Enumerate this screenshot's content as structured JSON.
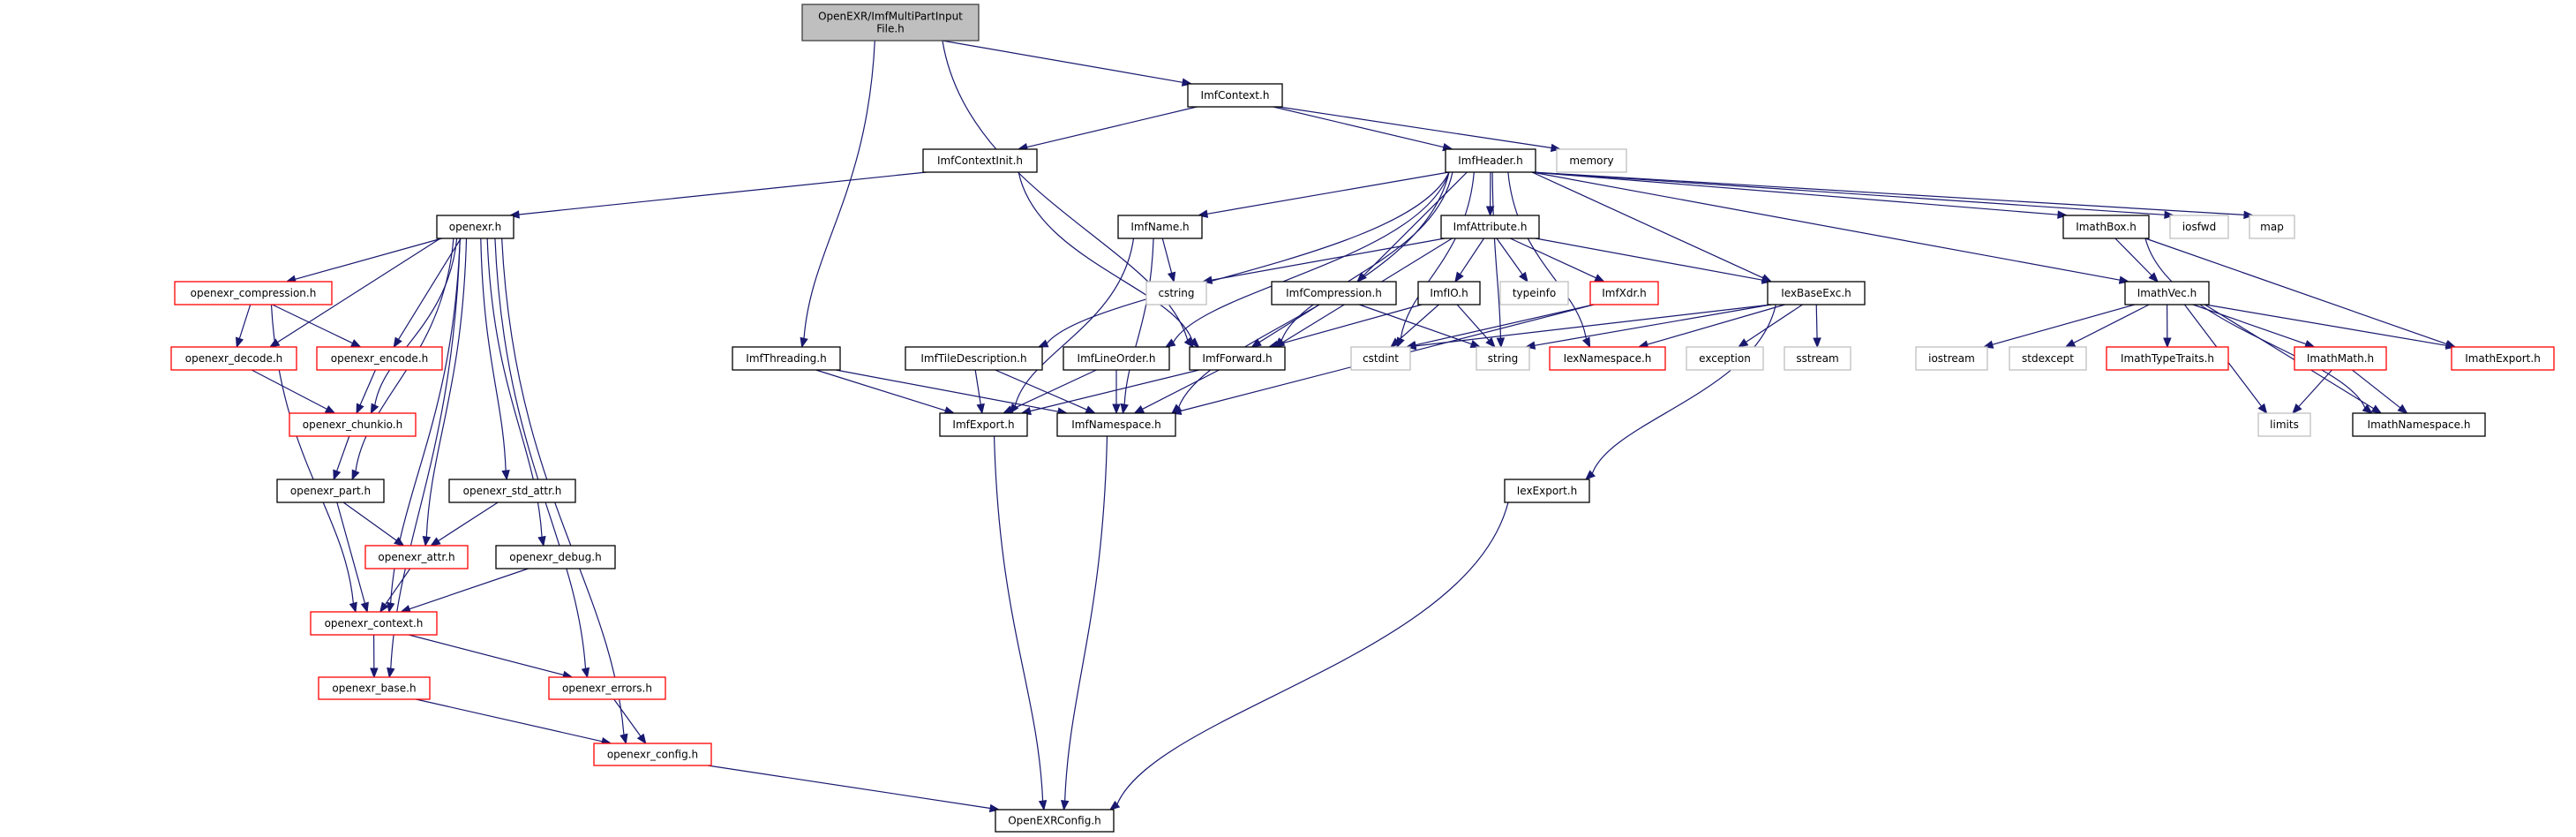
{
  "title": "OpenEXR/ImfMultiPartInputFile.h include dependency graph",
  "legend_colors": {
    "root_fill": "#bfbfbf",
    "root_border": "#404040",
    "documented_border": "#000000",
    "truncated_border": "#ff0000",
    "system_header_border": "#bfbfbf",
    "edge": "#191970"
  },
  "nodes": [
    {
      "id": "root",
      "label": [
        "OpenEXR/ImfMultiPartInput",
        "File.h"
      ],
      "kind": "root"
    },
    {
      "id": "ImfContext",
      "label": [
        "ImfContext.h"
      ],
      "kind": "doc"
    },
    {
      "id": "ImfContextInit",
      "label": [
        "ImfContextInit.h"
      ],
      "kind": "doc"
    },
    {
      "id": "ImfHeader",
      "label": [
        "ImfHeader.h"
      ],
      "kind": "doc"
    },
    {
      "id": "memory",
      "label": [
        "memory"
      ],
      "kind": "sys"
    },
    {
      "id": "openexr",
      "label": [
        "openexr.h"
      ],
      "kind": "doc"
    },
    {
      "id": "ImfName",
      "label": [
        "ImfName.h"
      ],
      "kind": "doc"
    },
    {
      "id": "ImfAttribute",
      "label": [
        "ImfAttribute.h"
      ],
      "kind": "doc"
    },
    {
      "id": "ImathBox",
      "label": [
        "ImathBox.h"
      ],
      "kind": "doc"
    },
    {
      "id": "iosfwd",
      "label": [
        "iosfwd"
      ],
      "kind": "sys"
    },
    {
      "id": "map",
      "label": [
        "map"
      ],
      "kind": "sys"
    },
    {
      "id": "openexr_compression",
      "label": [
        "openexr_compression.h"
      ],
      "kind": "trunc"
    },
    {
      "id": "cstring",
      "label": [
        "cstring"
      ],
      "kind": "sys"
    },
    {
      "id": "ImfCompression",
      "label": [
        "ImfCompression.h"
      ],
      "kind": "doc"
    },
    {
      "id": "ImfIO",
      "label": [
        "ImfIO.h"
      ],
      "kind": "doc"
    },
    {
      "id": "typeinfo",
      "label": [
        "typeinfo"
      ],
      "kind": "sys"
    },
    {
      "id": "ImfXdr",
      "label": [
        "ImfXdr.h"
      ],
      "kind": "trunc"
    },
    {
      "id": "IexBaseExc",
      "label": [
        "IexBaseExc.h"
      ],
      "kind": "doc"
    },
    {
      "id": "ImathVec",
      "label": [
        "ImathVec.h"
      ],
      "kind": "doc"
    },
    {
      "id": "openexr_decode",
      "label": [
        "openexr_decode.h"
      ],
      "kind": "trunc"
    },
    {
      "id": "openexr_encode",
      "label": [
        "openexr_encode.h"
      ],
      "kind": "trunc"
    },
    {
      "id": "ImfThreading",
      "label": [
        "ImfThreading.h"
      ],
      "kind": "doc"
    },
    {
      "id": "ImfTileDescription",
      "label": [
        "ImfTileDescription.h"
      ],
      "kind": "doc"
    },
    {
      "id": "ImfLineOrder",
      "label": [
        "ImfLineOrder.h"
      ],
      "kind": "doc"
    },
    {
      "id": "ImfForward",
      "label": [
        "ImfForward.h"
      ],
      "kind": "doc"
    },
    {
      "id": "cstdint",
      "label": [
        "cstdint"
      ],
      "kind": "sys"
    },
    {
      "id": "string",
      "label": [
        "string"
      ],
      "kind": "sys"
    },
    {
      "id": "IexNamespace",
      "label": [
        "IexNamespace.h"
      ],
      "kind": "trunc"
    },
    {
      "id": "exception",
      "label": [
        "exception"
      ],
      "kind": "sys"
    },
    {
      "id": "sstream",
      "label": [
        "sstream"
      ],
      "kind": "sys"
    },
    {
      "id": "iostream",
      "label": [
        "iostream"
      ],
      "kind": "sys"
    },
    {
      "id": "stdexcept",
      "label": [
        "stdexcept"
      ],
      "kind": "sys"
    },
    {
      "id": "ImathTypeTraits",
      "label": [
        "ImathTypeTraits.h"
      ],
      "kind": "trunc"
    },
    {
      "id": "ImathMath",
      "label": [
        "ImathMath.h"
      ],
      "kind": "trunc"
    },
    {
      "id": "ImathExport",
      "label": [
        "ImathExport.h"
      ],
      "kind": "trunc"
    },
    {
      "id": "openexr_chunkio",
      "label": [
        "openexr_chunkio.h"
      ],
      "kind": "trunc"
    },
    {
      "id": "ImfExport",
      "label": [
        "ImfExport.h"
      ],
      "kind": "doc"
    },
    {
      "id": "ImfNamespace",
      "label": [
        "ImfNamespace.h"
      ],
      "kind": "doc"
    },
    {
      "id": "limits",
      "label": [
        "limits"
      ],
      "kind": "sys"
    },
    {
      "id": "ImathNamespace",
      "label": [
        "ImathNamespace.h"
      ],
      "kind": "doc"
    },
    {
      "id": "openexr_part",
      "label": [
        "openexr_part.h"
      ],
      "kind": "doc"
    },
    {
      "id": "openexr_std_attr",
      "label": [
        "openexr_std_attr.h"
      ],
      "kind": "doc"
    },
    {
      "id": "IexExport",
      "label": [
        "IexExport.h"
      ],
      "kind": "doc"
    },
    {
      "id": "openexr_attr",
      "label": [
        "openexr_attr.h"
      ],
      "kind": "trunc"
    },
    {
      "id": "openexr_debug",
      "label": [
        "openexr_debug.h"
      ],
      "kind": "doc"
    },
    {
      "id": "openexr_context",
      "label": [
        "openexr_context.h"
      ],
      "kind": "trunc"
    },
    {
      "id": "openexr_base",
      "label": [
        "openexr_base.h"
      ],
      "kind": "trunc"
    },
    {
      "id": "openexr_errors",
      "label": [
        "openexr_errors.h"
      ],
      "kind": "trunc"
    },
    {
      "id": "openexr_config",
      "label": [
        "openexr_config.h"
      ],
      "kind": "trunc"
    },
    {
      "id": "OpenEXRConfig",
      "label": [
        "OpenEXRConfig.h"
      ],
      "kind": "doc"
    }
  ],
  "edges": [
    [
      "root",
      "ImfContext"
    ],
    [
      "root",
      "ImfForward"
    ],
    [
      "root",
      "ImfThreading"
    ],
    [
      "ImfContext",
      "ImfContextInit"
    ],
    [
      "ImfContext",
      "ImfHeader"
    ],
    [
      "ImfContext",
      "memory"
    ],
    [
      "ImfContextInit",
      "openexr"
    ],
    [
      "ImfContextInit",
      "ImfForward"
    ],
    [
      "ImfHeader",
      "ImfName"
    ],
    [
      "ImfHeader",
      "ImfAttribute"
    ],
    [
      "ImfHeader",
      "ImfCompression"
    ],
    [
      "ImfHeader",
      "ImfTileDescription"
    ],
    [
      "ImfHeader",
      "ImfLineOrder"
    ],
    [
      "ImfHeader",
      "ImfForward"
    ],
    [
      "ImfHeader",
      "IexBaseExc"
    ],
    [
      "ImfHeader",
      "IexNamespace"
    ],
    [
      "ImfHeader",
      "cstdint"
    ],
    [
      "ImfHeader",
      "ImathBox"
    ],
    [
      "ImfHeader",
      "ImathVec"
    ],
    [
      "ImfHeader",
      "iosfwd"
    ],
    [
      "ImfHeader",
      "map"
    ],
    [
      "ImfHeader",
      "string"
    ],
    [
      "ImfHeader",
      "ImfNamespace"
    ],
    [
      "ImfName",
      "cstring"
    ],
    [
      "ImfName",
      "ImfExport"
    ],
    [
      "ImfName",
      "ImfNamespace"
    ],
    [
      "ImfAttribute",
      "cstring"
    ],
    [
      "ImfAttribute",
      "ImfIO"
    ],
    [
      "ImfAttribute",
      "typeinfo"
    ],
    [
      "ImfAttribute",
      "ImfXdr"
    ],
    [
      "ImfAttribute",
      "IexBaseExc"
    ],
    [
      "ImfAttribute",
      "ImfForward"
    ],
    [
      "ImfCompression",
      "ImfForward"
    ],
    [
      "ImfCompression",
      "string"
    ],
    [
      "ImfIO",
      "ImfForward"
    ],
    [
      "ImfIO",
      "cstdint"
    ],
    [
      "ImfIO",
      "string"
    ],
    [
      "ImfXdr",
      "cstdint"
    ],
    [
      "ImfXdr",
      "ImfNamespace"
    ],
    [
      "IexBaseExc",
      "string"
    ],
    [
      "IexBaseExc",
      "IexNamespace"
    ],
    [
      "IexBaseExc",
      "exception"
    ],
    [
      "IexBaseExc",
      "sstream"
    ],
    [
      "IexBaseExc",
      "IexExport"
    ],
    [
      "IexBaseExc",
      "cstdint"
    ],
    [
      "ImathBox",
      "ImathVec"
    ],
    [
      "ImathBox",
      "ImathExport"
    ],
    [
      "ImathBox",
      "ImathNamespace"
    ],
    [
      "ImathVec",
      "iostream"
    ],
    [
      "ImathVec",
      "stdexcept"
    ],
    [
      "ImathVec",
      "ImathTypeTraits"
    ],
    [
      "ImathVec",
      "limits"
    ],
    [
      "ImathVec",
      "ImathMath"
    ],
    [
      "ImathVec",
      "ImathExport"
    ],
    [
      "ImathVec",
      "ImathNamespace"
    ],
    [
      "ImathMath",
      "limits"
    ],
    [
      "ImathMath",
      "ImathNamespace"
    ],
    [
      "ImfThreading",
      "ImfExport"
    ],
    [
      "ImfThreading",
      "ImfNamespace"
    ],
    [
      "ImfTileDescription",
      "ImfExport"
    ],
    [
      "ImfTileDescription",
      "ImfNamespace"
    ],
    [
      "ImfLineOrder",
      "ImfExport"
    ],
    [
      "ImfLineOrder",
      "ImfNamespace"
    ],
    [
      "ImfForward",
      "ImfExport"
    ],
    [
      "ImfForward",
      "ImfNamespace"
    ],
    [
      "ImfExport",
      "OpenEXRConfig"
    ],
    [
      "ImfNamespace",
      "OpenEXRConfig"
    ],
    [
      "IexExport",
      "OpenEXRConfig"
    ],
    [
      "openexr",
      "openexr_compression"
    ],
    [
      "openexr",
      "openexr_decode"
    ],
    [
      "openexr",
      "openexr_encode"
    ],
    [
      "openexr",
      "openexr_chunkio"
    ],
    [
      "openexr",
      "openexr_part"
    ],
    [
      "openexr",
      "openexr_std_attr"
    ],
    [
      "openexr",
      "openexr_attr"
    ],
    [
      "openexr",
      "openexr_debug"
    ],
    [
      "openexr",
      "openexr_context"
    ],
    [
      "openexr",
      "openexr_base"
    ],
    [
      "openexr",
      "openexr_errors"
    ],
    [
      "openexr",
      "openexr_config"
    ],
    [
      "openexr_compression",
      "openexr_decode"
    ],
    [
      "openexr_compression",
      "openexr_encode"
    ],
    [
      "openexr_compression",
      "openexr_context"
    ],
    [
      "openexr_decode",
      "openexr_chunkio"
    ],
    [
      "openexr_encode",
      "openexr_chunkio"
    ],
    [
      "openexr_chunkio",
      "openexr_part"
    ],
    [
      "openexr_part",
      "openexr_attr"
    ],
    [
      "openexr_part",
      "openexr_context"
    ],
    [
      "openexr_std_attr",
      "openexr_attr"
    ],
    [
      "openexr_attr",
      "openexr_context"
    ],
    [
      "openexr_debug",
      "openexr_context"
    ],
    [
      "openexr_context",
      "openexr_base"
    ],
    [
      "openexr_context",
      "openexr_errors"
    ],
    [
      "openexr_base",
      "openexr_config"
    ],
    [
      "openexr_errors",
      "openexr_config"
    ],
    [
      "openexr_config",
      "OpenEXRConfig"
    ]
  ]
}
